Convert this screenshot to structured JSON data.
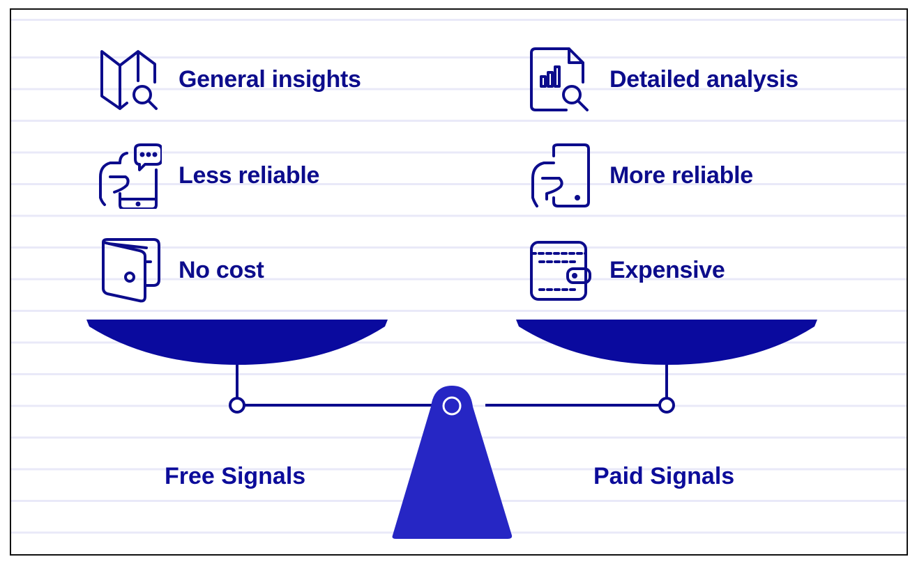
{
  "left": {
    "title": "Free Signals",
    "items": [
      {
        "icon": "map-search-icon",
        "label": "General insights"
      },
      {
        "icon": "phone-chat-icon",
        "label": "Less reliable"
      },
      {
        "icon": "empty-wallet-icon",
        "label": "No cost"
      }
    ]
  },
  "right": {
    "title": "Paid Signals",
    "items": [
      {
        "icon": "report-search-icon",
        "label": "Detailed analysis"
      },
      {
        "icon": "phone-hand-icon",
        "label": "More reliable"
      },
      {
        "icon": "full-wallet-icon",
        "label": "Expensive"
      }
    ]
  },
  "colors": {
    "text": "#0c0c8c",
    "pan": "#0a0a9e",
    "stand": "#2626c4"
  }
}
